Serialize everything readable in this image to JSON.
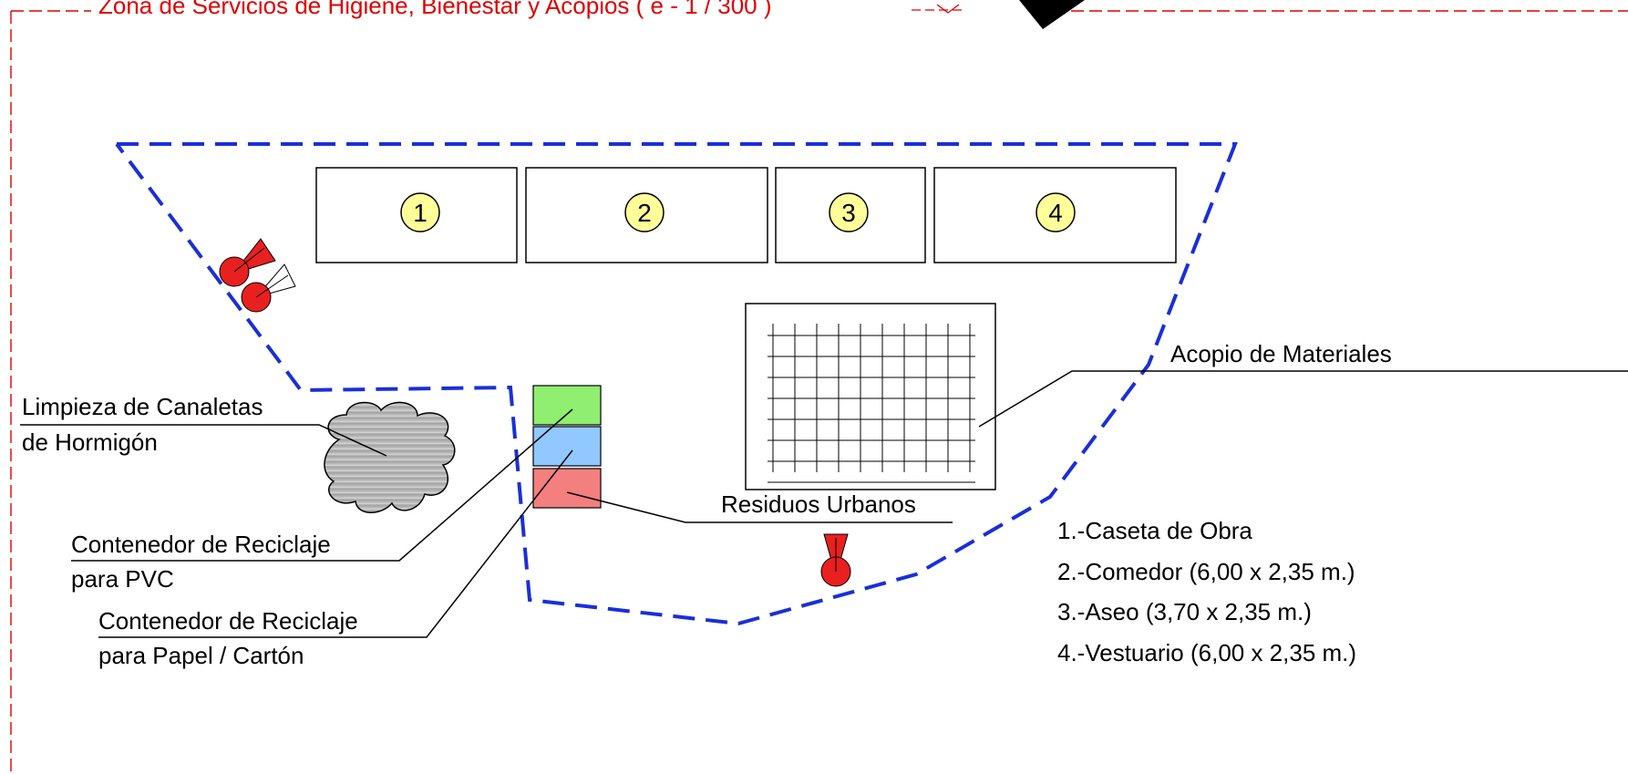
{
  "title": "Zona de Servicios de Higiene, Bienestar y Acopios ( e - 1 / 300 )",
  "colors": {
    "border": "#e00000",
    "zone_outline": "#1a2fd8",
    "module_badge": "#ffff99",
    "pvc_container": "#90ee70",
    "paper_container": "#90c8ff",
    "urban_container": "#f47f7f",
    "fire_extinguisher": "#e82020"
  },
  "modules": [
    "1",
    "2",
    "3",
    "4"
  ],
  "labels": {
    "acopio": "Acopio de Materiales",
    "limpieza_line1": "Limpieza de Canaletas",
    "limpieza_line2": "de Hormigón",
    "residuos": "Residuos Urbanos",
    "pvc_line1": "Contenedor de Reciclaje",
    "pvc_line2": "para PVC",
    "papel_line1": "Contenedor de Reciclaje",
    "papel_line2": "para Papel / Cartón"
  },
  "legend": [
    "1.-Caseta de Obra",
    "2.-Comedor (6,00 x 2,35 m.)",
    "3.-Aseo (3,70 x 2,35 m.)",
    "4.-Vestuario (6,00 x 2,35 m.)"
  ],
  "icons": {
    "north_marker": "north-arrow-icon",
    "extinguisher": "fire-extinguisher-icon",
    "cloud": "washout-cloud-icon",
    "grid": "material-grid-icon"
  }
}
